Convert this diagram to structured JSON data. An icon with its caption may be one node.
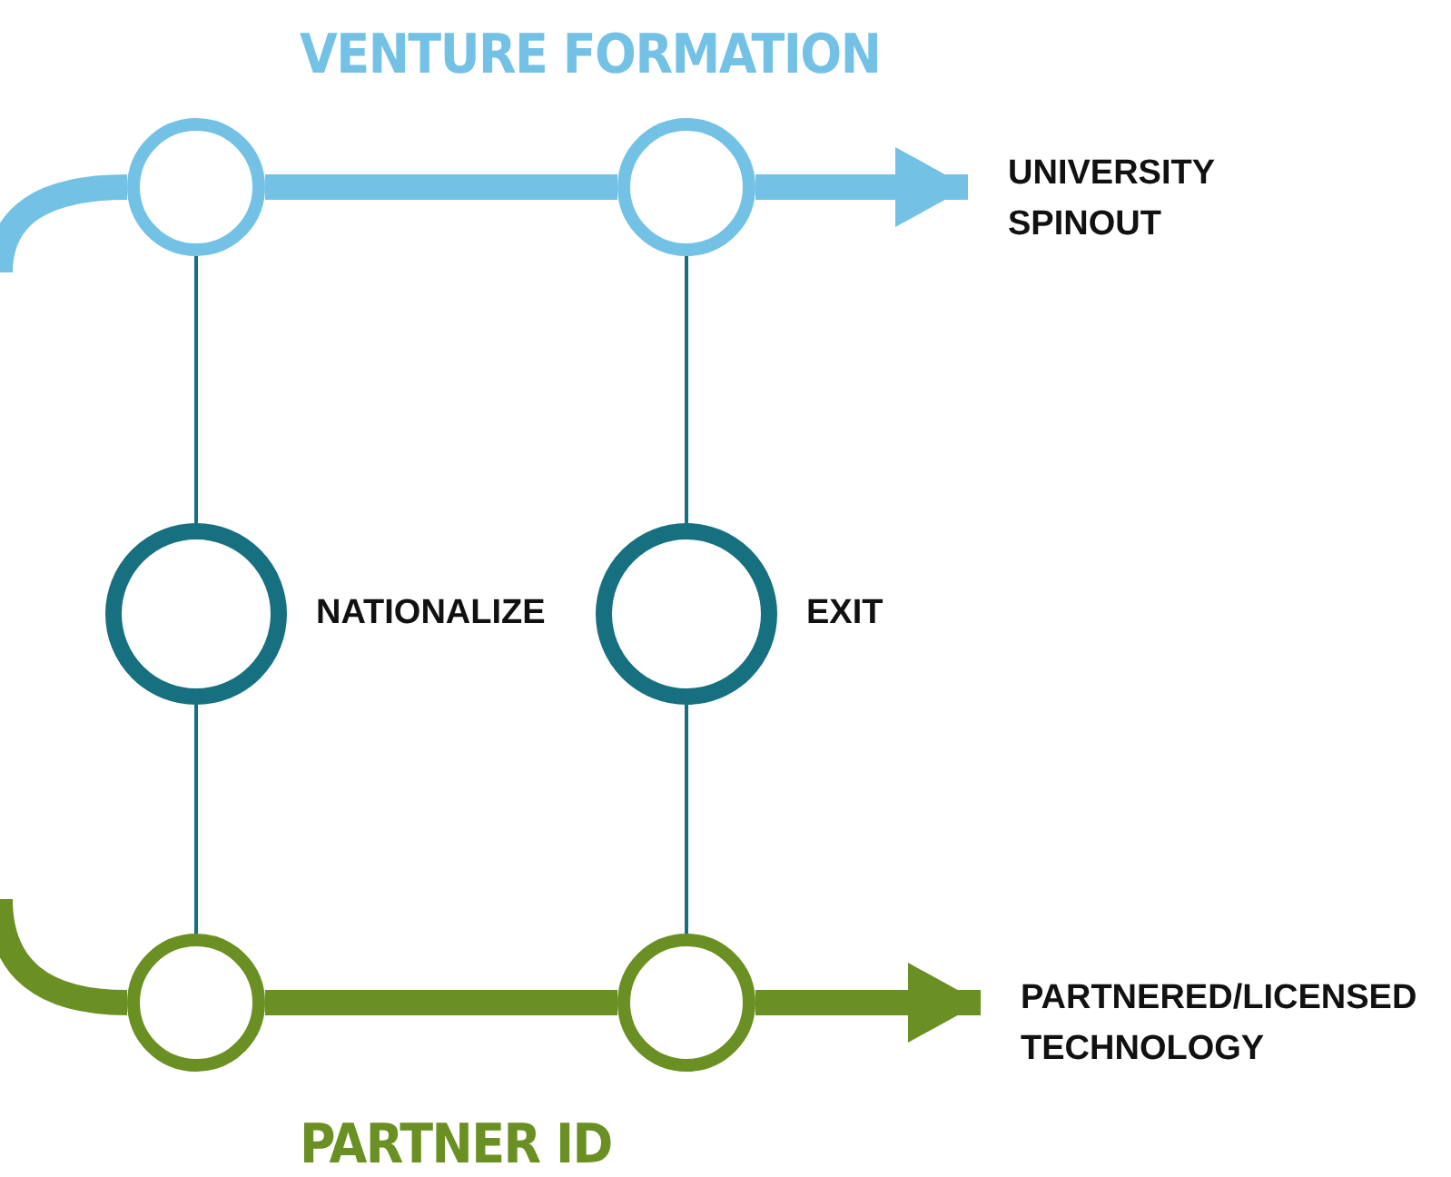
{
  "diagram": {
    "nodes": [
      {
        "text": [],
        "shape": "circle"
      },
      {
        "text": [],
        "shape": "circle"
      },
      {
        "text": [
          "UNIVERSITY SPINOUT"
        ]
      },
      {
        "text": [],
        "shape": "circle",
        "beside": [
          "NATIONALIZE"
        ]
      },
      {
        "text": [],
        "shape": "circle",
        "beside": [
          "EXIT"
        ]
      },
      {
        "text": [],
        "shape": "circle"
      },
      {
        "text": [],
        "shape": "circle"
      },
      {
        "text": [
          "PARTNERED/LICENSED TECHNOLOGY"
        ]
      }
    ],
    "edges": [
      {
        "from": null,
        "to": 0,
        "arrow": "none",
        "color": "#73c2e6"
      },
      {
        "from": 0,
        "to": 1,
        "arrow": "none",
        "color": "#73c2e6"
      },
      {
        "from": 1,
        "to": 2,
        "arrow": "to",
        "color": "#73c2e6"
      },
      {
        "from": 0,
        "to": 3,
        "arrow": "none"
      },
      {
        "from": 1,
        "to": 4,
        "arrow": "none"
      },
      {
        "from": 3,
        "to": 5,
        "arrow": "none"
      },
      {
        "from": 4,
        "to": 6,
        "arrow": "none"
      },
      {
        "from": null,
        "to": 5,
        "arrow": "none",
        "color": "#6a8f22"
      },
      {
        "from": 5,
        "to": 6,
        "arrow": "none",
        "color": "#6a8f22"
      },
      {
        "from": 6,
        "to": 7,
        "arrow": "to",
        "color": "#6a8f22"
      }
    ],
    "labels": [
      "VENTURE FORMATION",
      "PARTNER ID"
    ]
  }
}
